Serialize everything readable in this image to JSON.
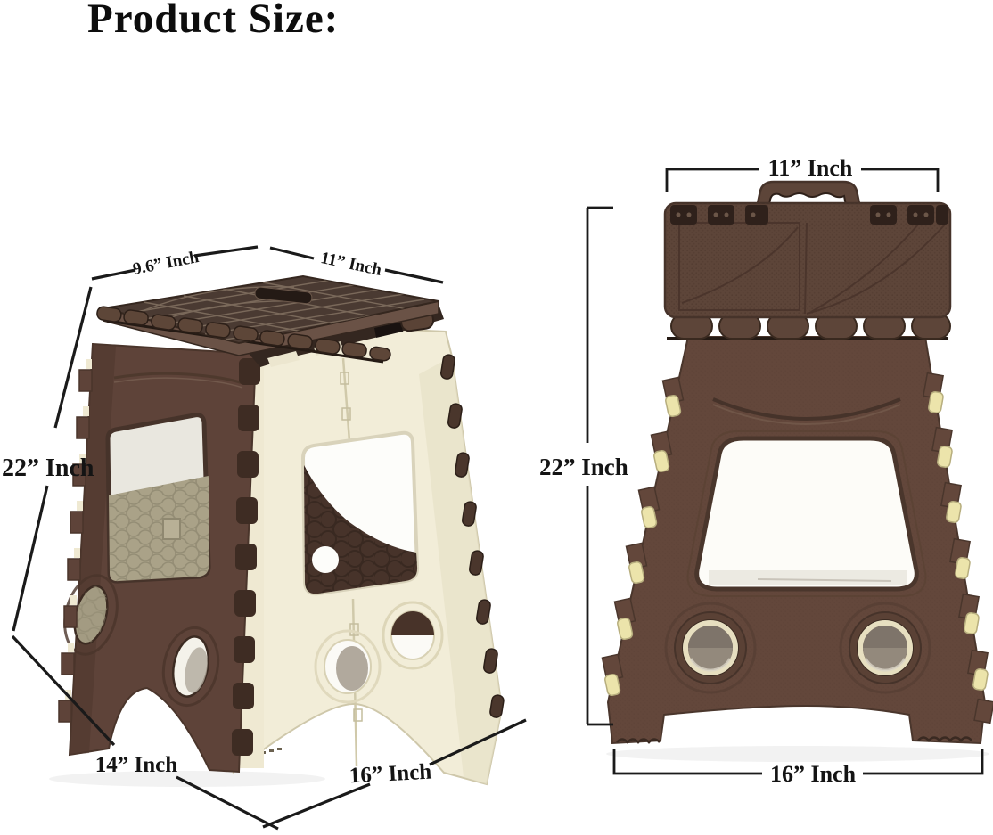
{
  "title": "Product Size:",
  "open_stool": {
    "dims": {
      "top_depth": "9.6” Inch",
      "top_width": "11” Inch",
      "height": "22” Inch",
      "base_depth": "14” Inch",
      "base_width": "16” Inch"
    }
  },
  "folded_stool": {
    "dims": {
      "width": "11” Inch",
      "height": "22” Inch",
      "base_width": "16” Inch"
    }
  },
  "colors": {
    "body_brown": "#5e4339",
    "dark_brown": "#3a2a21",
    "seat_brown": "#4a3a32",
    "cream_panel": "#f2edd8",
    "tan_insert": "#aaa288",
    "cream_hinge_pin": "#ece4ab",
    "dimension_line": "#1a1a1a"
  }
}
